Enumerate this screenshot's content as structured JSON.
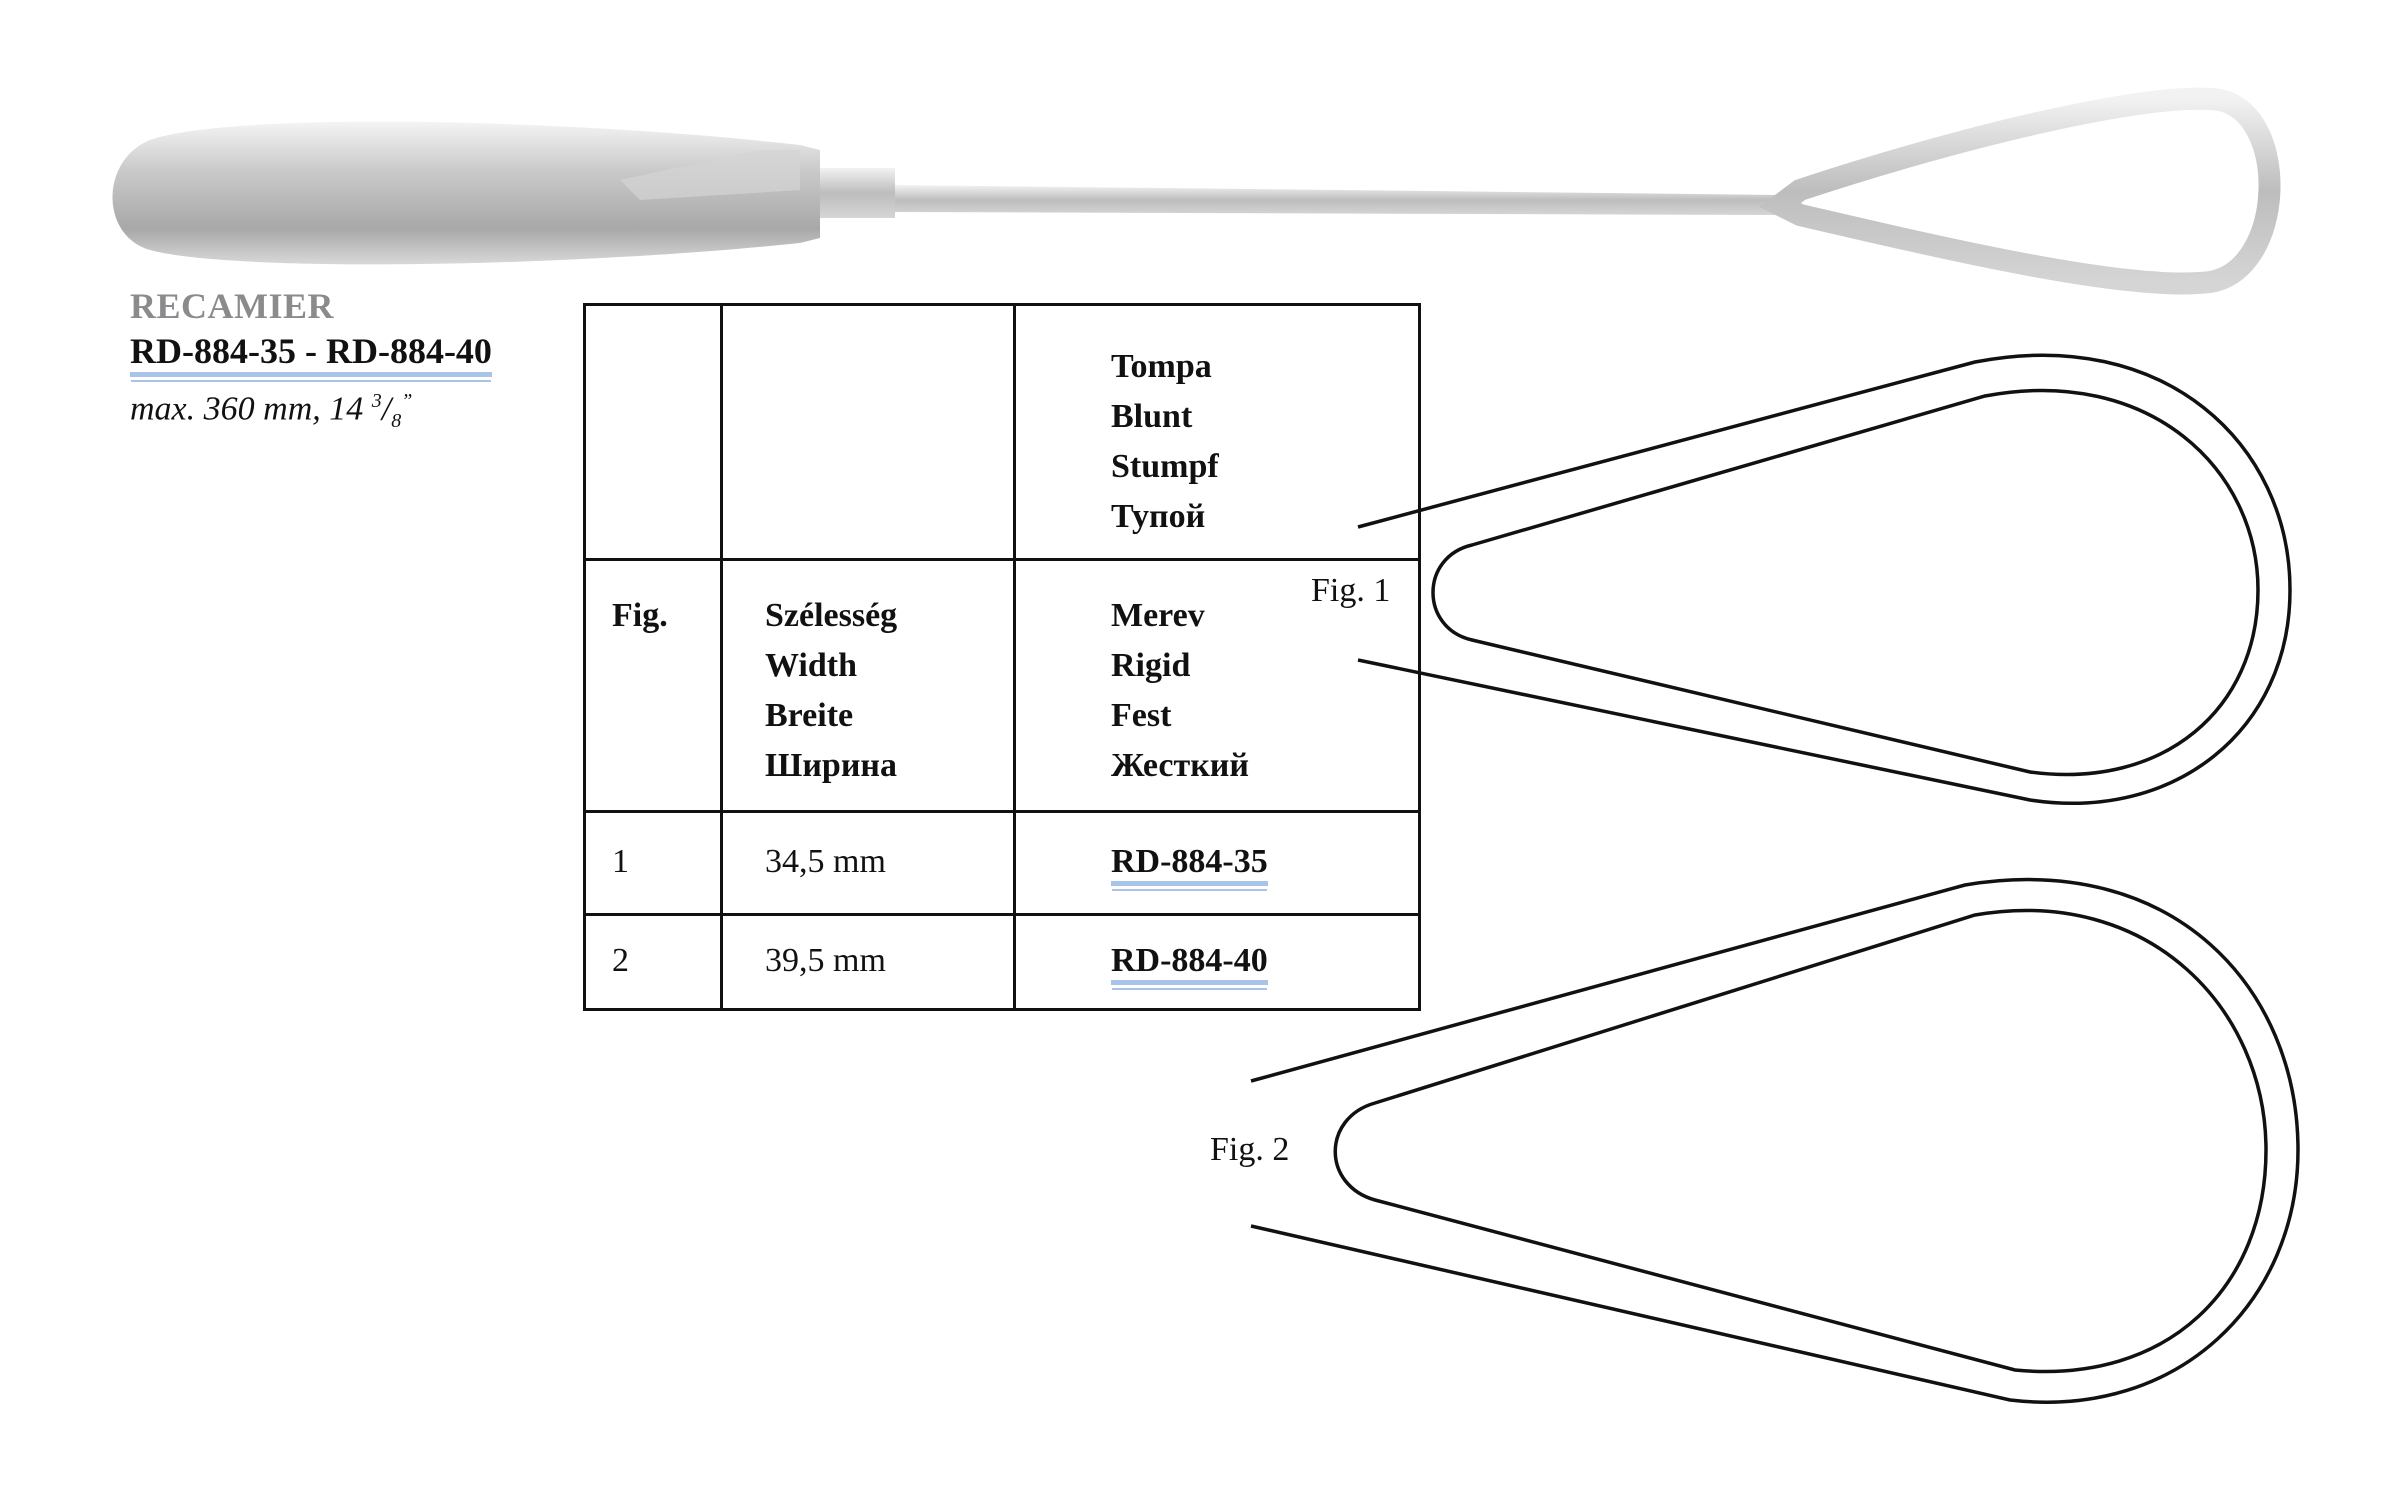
{
  "product": {
    "brand": "RECAMIER",
    "codes": "RD-884-35 - RD-884-40",
    "length_prefix": "max. 360 mm, 14",
    "fraction_num": "3",
    "fraction_sep": "/",
    "fraction_den": "8",
    "inch_mark": "”"
  },
  "table": {
    "header1": {
      "col3": [
        "Tompa",
        "Blunt",
        "Stumpf",
        "Тупой"
      ]
    },
    "header2": {
      "col1": "Fig.",
      "col2": [
        "Szélesség",
        "Width",
        "Breite",
        "Ширина"
      ],
      "col3": [
        "Merev",
        "Rigid",
        "Fest",
        "Жесткий"
      ]
    },
    "rows": [
      {
        "fig": "1",
        "width": "34,5 mm",
        "code": "RD-884-35"
      },
      {
        "fig": "2",
        "width": "39,5 mm",
        "code": "RD-884-40"
      }
    ]
  },
  "figures": {
    "fig1_label": "Fig. 1",
    "fig2_label": "Fig. 2"
  },
  "colors": {
    "underline": "#a8c4e8",
    "brand_gray": "#8a8b8d"
  }
}
